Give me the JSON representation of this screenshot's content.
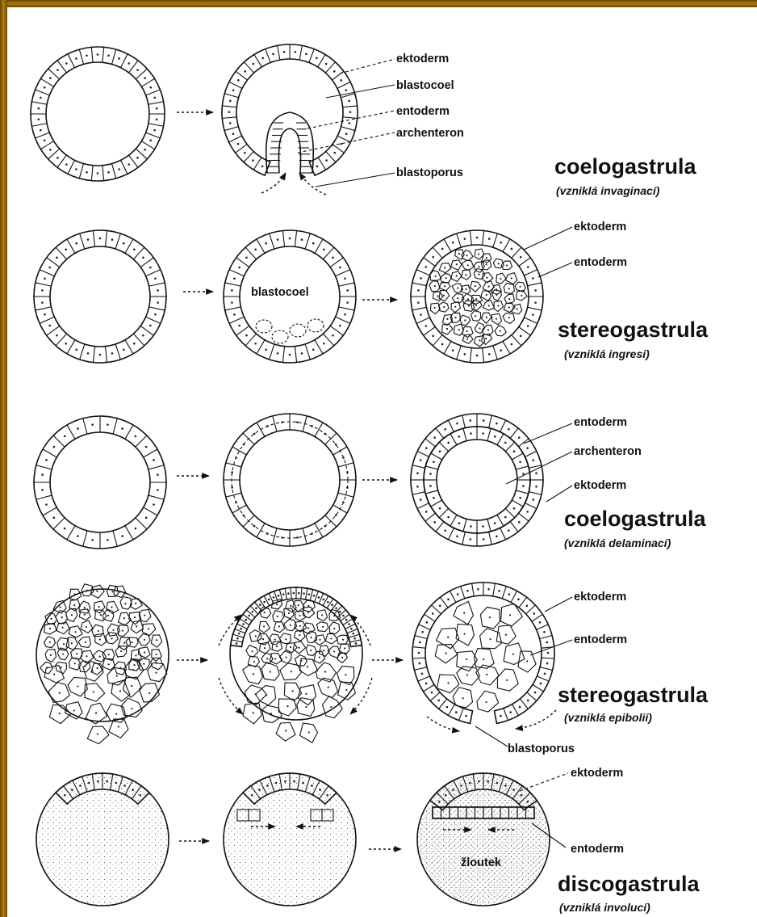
{
  "rows": [
    {
      "type_title": "coelogastrula",
      "subtitle": "(vzniklá invaginací)",
      "labels": [
        "ektoderm",
        "blastocoel",
        "entoderm",
        "archenteron",
        "blastoporus"
      ]
    },
    {
      "type_title": "stereogastrula",
      "subtitle": "(vzniklá ingresí)",
      "labels": [
        "ektoderm",
        "entoderm"
      ],
      "inner_label": "blastocoel"
    },
    {
      "type_title": "coelogastrula",
      "subtitle": "(vzniklá delaminací)",
      "labels": [
        "entoderm",
        "archenteron",
        "ektoderm"
      ]
    },
    {
      "type_title": "stereogastrula",
      "subtitle": "(vzniklá epibolií)",
      "labels": [
        "ektoderm",
        "entoderm"
      ],
      "bottom_label": "blastoporus"
    },
    {
      "type_title": "discogastrula",
      "subtitle": "(vzniklá involucí)",
      "labels": [
        "ektoderm",
        "entoderm"
      ],
      "inner_label": "žloutek"
    }
  ]
}
